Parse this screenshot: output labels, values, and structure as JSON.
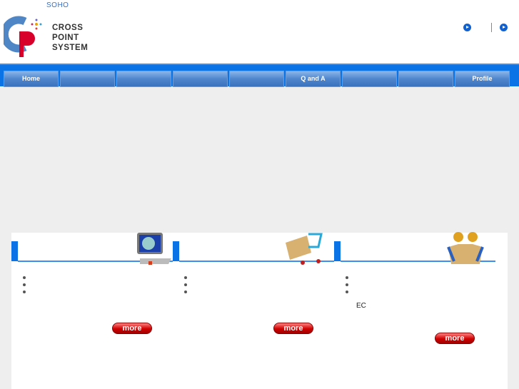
{
  "header": {
    "soho": "SOHO",
    "logo_text": [
      "CROSS",
      "POINT",
      "SYSTEM"
    ]
  },
  "nav": [
    "Home",
    "",
    "",
    "",
    "",
    "Q and A",
    "",
    "",
    "Profile"
  ],
  "sections": [
    {
      "icon": "computer-globe-icon",
      "bullets": [
        "",
        "",
        ""
      ],
      "more": "more"
    },
    {
      "icon": "credit-card-cart-icon",
      "bullets": [
        "",
        "",
        ""
      ],
      "more": "more"
    },
    {
      "icon": "handshake-figures-icon",
      "bullets": [
        "",
        "",
        ""
      ],
      "text": "EC",
      "more": "more"
    }
  ],
  "colors": {
    "accent": "#0a74e6",
    "more": "#d00000"
  }
}
